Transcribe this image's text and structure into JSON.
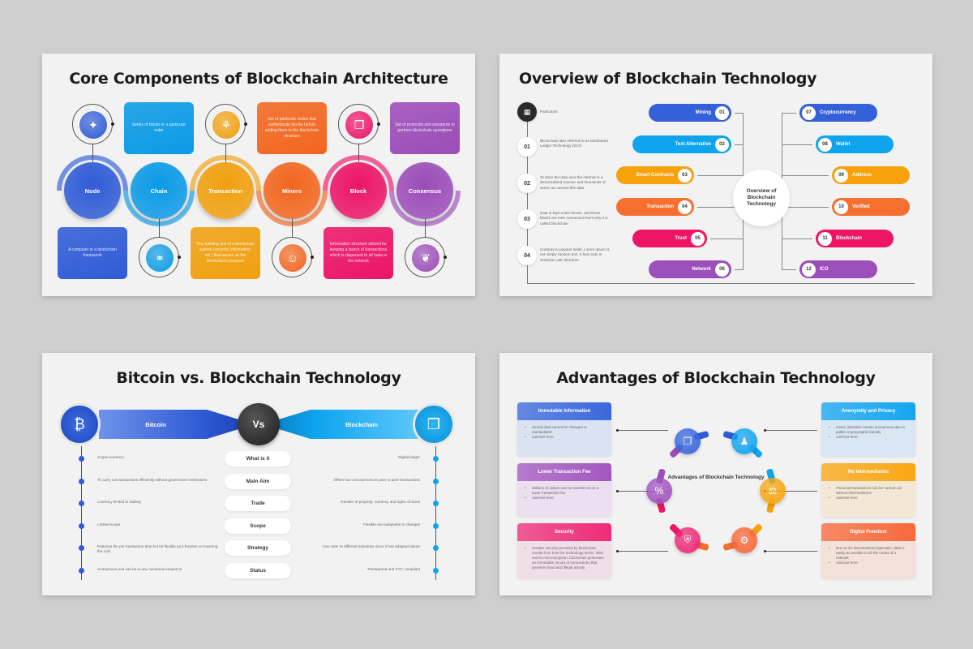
{
  "slides": {
    "core": {
      "title": "Core Components of Blockchain Architecture",
      "components": [
        {
          "label": "Node",
          "color": "#2f5bd6",
          "icon": "network-icon",
          "desc": "A computer in a blockchain framework",
          "desc_pos": "bottom"
        },
        {
          "label": "Chain",
          "color": "#0a9ae6",
          "icon": "chain-link-icon",
          "desc": "Series of blocks in a particular order",
          "desc_pos": "top"
        },
        {
          "label": "Transaction",
          "color": "#f0a00e",
          "icon": "handshake-icon",
          "desc": "Tiny building unit of a blockchain system (records, information, etc.) that serves as the blockchain's purpose",
          "desc_pos": "bottom"
        },
        {
          "label": "Miners",
          "color": "#f2661e",
          "icon": "miner-person-icon",
          "desc": "Set of particular nodes that authenticate blocks before adding them to the blockchain structure",
          "desc_pos": "top"
        },
        {
          "label": "Block",
          "color": "#ec1468",
          "icon": "cubes-icon",
          "desc": "Information structure utilized for keeping a bunch of transactions which is dispersed to all hubs in the network",
          "desc_pos": "bottom"
        },
        {
          "label": "Consensus",
          "color": "#9b4cb8",
          "icon": "agreement-icon",
          "desc": "Set of protocols and standards to perform blockchain operations",
          "desc_pos": "top"
        }
      ]
    },
    "overview": {
      "title": "Overview of Blockchain Technology",
      "center": "Overview of Blockchain Technology",
      "particulars_label": "Particulars",
      "particulars": [
        {
          "num": "01",
          "text": "Blockchain also referred to as Distributed Ledger Technology (DLT)"
        },
        {
          "num": "02",
          "text": "To store the data over the internet in a decentralized manner and thousands of users can access this data"
        },
        {
          "num": "03",
          "text": "Data is kept under blocks, and those blocks are inter-connected that's why it is called blockchain"
        },
        {
          "num": "04",
          "text": "Contrary to popular belief, Lorem Ipsum is not simply random text. It has roots in classical Latin literature."
        }
      ],
      "left_items": [
        {
          "num": "01",
          "label": "Mining",
          "color": "#3461d9"
        },
        {
          "num": "02",
          "label": "Text Alternative",
          "color": "#0ea5ee"
        },
        {
          "num": "03",
          "label": "Smart Contracts",
          "color": "#f7a10b"
        },
        {
          "num": "04",
          "label": "Transaction",
          "color": "#f56f2f"
        },
        {
          "num": "05",
          "label": "Trust",
          "color": "#ee1566"
        },
        {
          "num": "06",
          "label": "Network",
          "color": "#9c4fbb"
        }
      ],
      "right_items": [
        {
          "num": "07",
          "label": "Cryptocurrency",
          "color": "#3461d9"
        },
        {
          "num": "08",
          "label": "Wallet",
          "color": "#0ea5ee"
        },
        {
          "num": "09",
          "label": "Address",
          "color": "#f7a10b"
        },
        {
          "num": "10",
          "label": "Verified",
          "color": "#f56f2f"
        },
        {
          "num": "11",
          "label": "Blockchain",
          "color": "#ee1566"
        },
        {
          "num": "12",
          "label": "ICO",
          "color": "#9c4fbb"
        }
      ]
    },
    "versus": {
      "title": "Bitcoin vs. Blockchain Technology",
      "left_label": "Bitcoin",
      "right_label": "Blockchain",
      "vs_label": "Vs",
      "left_color": "#2f5bd6",
      "right_color": "#0ea5ee",
      "rows": [
        {
          "criterion": "What is it",
          "bitcoin": "Crypto-currency",
          "blockchain": "Digital ledger"
        },
        {
          "criterion": "Main Aim",
          "bitcoin": "To carry out transactions efficiently without government restrictions",
          "blockchain": "Offers low cost and secure peer to peer transactions"
        },
        {
          "criterion": "Trade",
          "bitcoin": "Currency limited to trading",
          "blockchain": "Transfer of property, currency and rights of stock"
        },
        {
          "criterion": "Scope",
          "bitcoin": "Limited scope",
          "blockchain": "Flexible and adaptable to changes"
        },
        {
          "criterion": "Strategy",
          "bitcoin": "Reduces the per transaction time but lot flexible as it focuses on lowering the cost",
          "blockchain": "Can cater to different industries since it has adapted nature"
        },
        {
          "criterion": "Status",
          "bitcoin": "Anonymous and can be in any numerical sequence",
          "blockchain": "Transparent and KYC compliant"
        }
      ]
    },
    "advantages": {
      "title": "Advantages of Blockchain Technology",
      "center": "Advantages of Blockchain Technology",
      "left_cards": [
        {
          "title": "Immutable Information",
          "color": "#3a68dc",
          "bg": "#dbe3f3",
          "points": [
            "Stored data cannot be changed or manipulated",
            "Add text here"
          ]
        },
        {
          "title": "Lower Transaction Fee",
          "color": "#a356c0",
          "bg": "#ebdff0",
          "points": [
            "Millions of dollars can be transferred on a lower transaction fee",
            "Add text here"
          ]
        },
        {
          "title": "Security",
          "color": "#ee2b77",
          "bg": "#f1dfe8",
          "points": [
            "Greater security provided by blockchain results from how the technology works. With end-to-end encryption, blockchain generates an immutable record of transactions that prevents fraud and illegal activity"
          ]
        }
      ],
      "right_cards": [
        {
          "title": "Anonymity and Privacy",
          "color": "#14a6f0",
          "bg": "#d8e7f3",
          "points": [
            "Users' identities remain anonymous due to public cryptographic identity",
            "Add text here"
          ]
        },
        {
          "title": "No Intermediaries",
          "color": "#f8a712",
          "bg": "#f3e8d6",
          "points": [
            "Financial transactions can be carried out without intermediaries",
            "Add text here"
          ]
        },
        {
          "title": "Digital Freedom",
          "color": "#f7693a",
          "bg": "#f4e1da",
          "points": [
            "Due to the decentralized approach, data is easily accessible to all the nodes of a network",
            "Add text here"
          ]
        }
      ]
    }
  }
}
